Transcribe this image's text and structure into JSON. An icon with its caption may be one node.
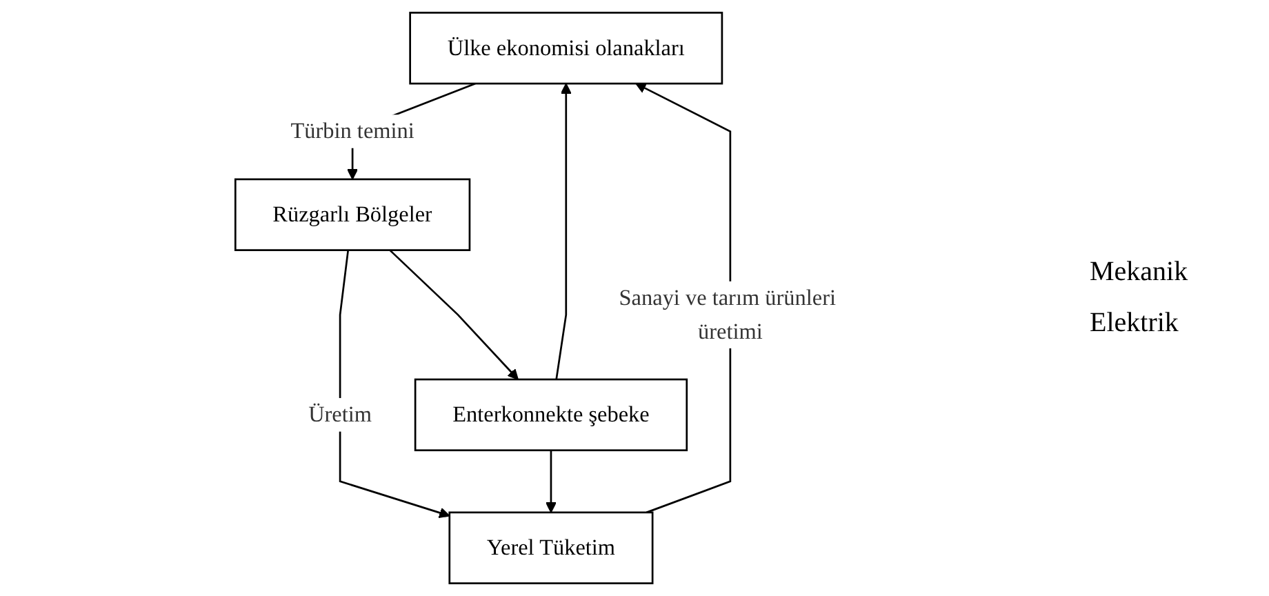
{
  "diagram": {
    "nodes": [
      {
        "text": [
          "Ülke ekonomisi olanakları"
        ]
      },
      {
        "text": [
          "Rüzgarlı Bölgeler"
        ]
      },
      {
        "text": [
          "Yerel Tüketim"
        ]
      },
      {
        "text": [
          "Enterkonnekte şebeke"
        ]
      }
    ],
    "edges": [
      {
        "from": 0,
        "to": 1,
        "arrow": "to",
        "label": "Türbin temini"
      },
      {
        "from": 1,
        "to": 2,
        "arrow": "to",
        "label": "Üretim"
      },
      {
        "from": 1,
        "to": 3,
        "arrow": "to"
      },
      {
        "from": 3,
        "to": 2,
        "arrow": "to"
      },
      {
        "from": 3,
        "to": 0,
        "arrow": "to"
      },
      {
        "from": 2,
        "to": 0,
        "arrow": "to",
        "label": "Sanayi ve tarım ürünleri üretimi"
      }
    ],
    "labels": [
      "Mekanik",
      "Elektrik"
    ]
  }
}
